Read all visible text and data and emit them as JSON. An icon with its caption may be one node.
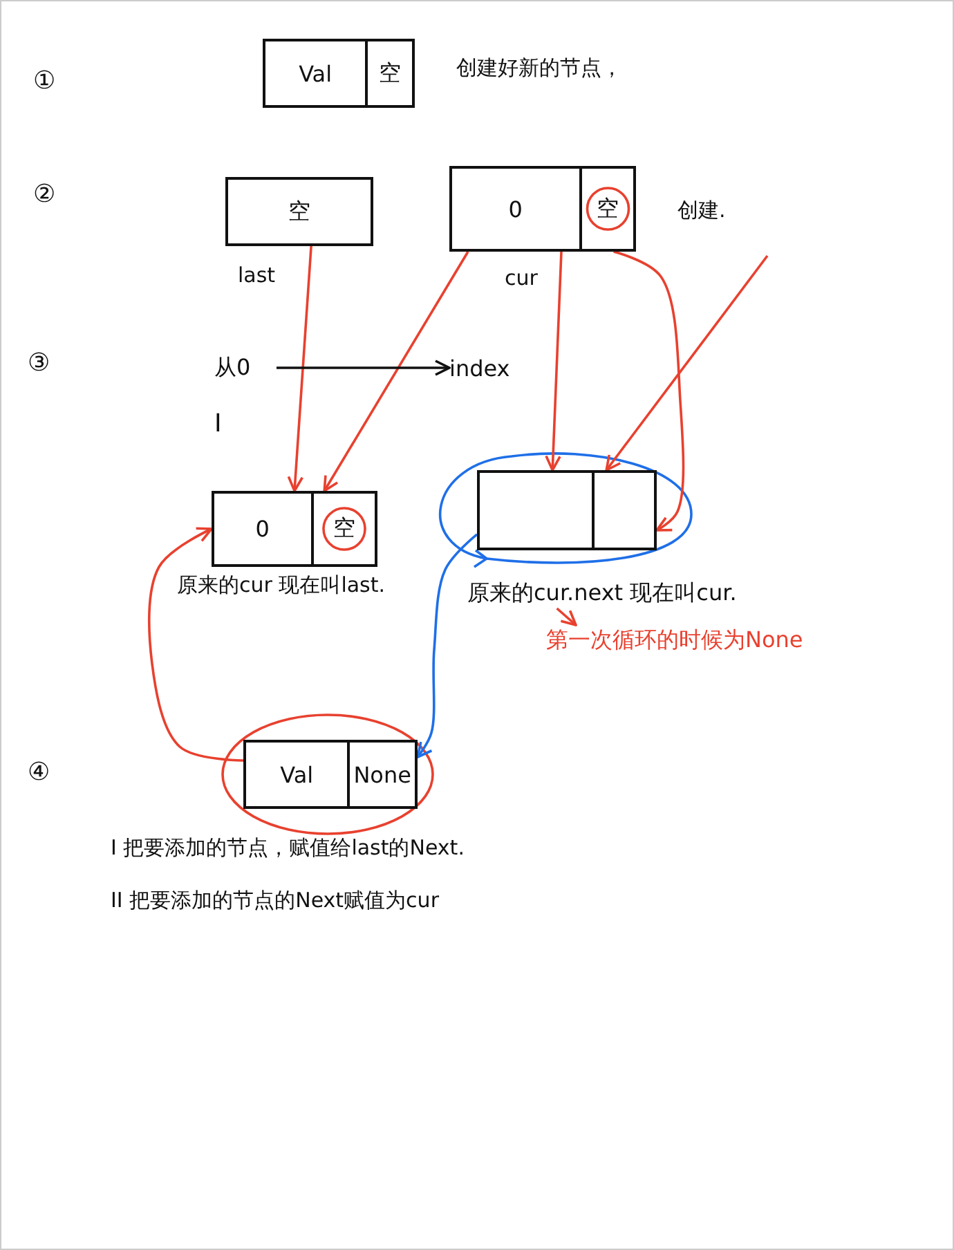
{
  "diagram": {
    "nodes": [
      {
        "text": [
          "Val",
          "空"
        ],
        "beside": [
          "创建好新的节点，"
        ]
      },
      {
        "text": [
          "空"
        ],
        "beside": [
          "last"
        ]
      },
      {
        "text": [
          "0",
          "空"
        ],
        "beside": [
          "cur",
          "创建."
        ]
      },
      {
        "text": [
          "从0"
        ]
      },
      {
        "text": [
          "index"
        ]
      },
      {
        "text": [
          "0",
          "空"
        ],
        "beside": [
          "原来的cur 现在叫last."
        ]
      },
      {
        "text": [],
        "shape": "box"
      },
      {
        "text": [
          "原来的cur.next 现在叫cur."
        ]
      },
      {
        "text": [
          "第一次循环的时候为None"
        ]
      },
      {
        "text": [
          "Val",
          "None"
        ]
      }
    ],
    "edges": [
      {
        "from": 1,
        "to": 5,
        "arrow": "to"
      },
      {
        "from": 2,
        "to": 5,
        "arrow": "to"
      },
      {
        "from": 2,
        "to": 6,
        "arrow": "to"
      },
      {
        "from": null,
        "to": 6,
        "arrow": "to"
      },
      {
        "from": 2,
        "to": 6,
        "arrow": "to"
      },
      {
        "from": 9,
        "to": 5,
        "arrow": "to"
      },
      {
        "from": 6,
        "to": 9,
        "arrow": "to",
        "color": "#1f6fe8"
      },
      {
        "from": 3,
        "to": 4,
        "arrow": "to",
        "color": "#111111"
      },
      {
        "from": 7,
        "to": 8,
        "arrow": "to"
      }
    ],
    "labels": [
      "①",
      "②",
      "③",
      "I",
      "④",
      "I 把要添加的节点，赋值给last的Next.",
      "II 把要添加的节点的Next赋值为cur"
    ]
  }
}
